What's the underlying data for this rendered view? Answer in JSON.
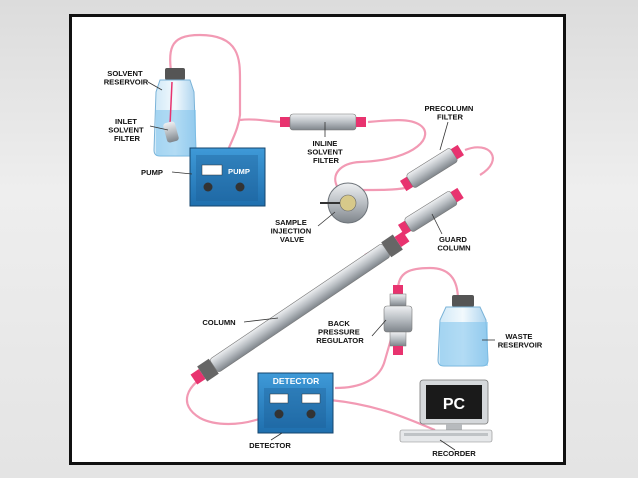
{
  "labels": {
    "solvent_reservoir": [
      "SOLVENT",
      "RESERVOIR"
    ],
    "inlet_solvent_filter": [
      "INLET",
      "SOLVENT",
      "FILTER"
    ],
    "pump": "PUMP",
    "pump_panel": "PUMP",
    "inline_solvent_filter": [
      "INLINE",
      "SOLVENT",
      "FILTER"
    ],
    "precolumn_filter": [
      "PRECOLUMN",
      "FILTER"
    ],
    "sample_injection_valve": [
      "SAMPLE",
      "INJECTION",
      "VALVE"
    ],
    "guard_column": [
      "GUARD",
      "COLUMN"
    ],
    "column": "COLUMN",
    "back_pressure_regulator": [
      "BACK",
      "PRESSURE",
      "REGULATOR"
    ],
    "waste_reservoir": [
      "WASTE",
      "RESERVOIR"
    ],
    "detector_panel": "DETECTOR",
    "detector": "DETECTOR",
    "pc_screen": "PC",
    "recorder": "RECORDER"
  },
  "colors": {
    "tubing": "#f29ab4",
    "fitting": "#e8336f",
    "instrument": "#2e86c8",
    "metal": "#b9bec3"
  }
}
